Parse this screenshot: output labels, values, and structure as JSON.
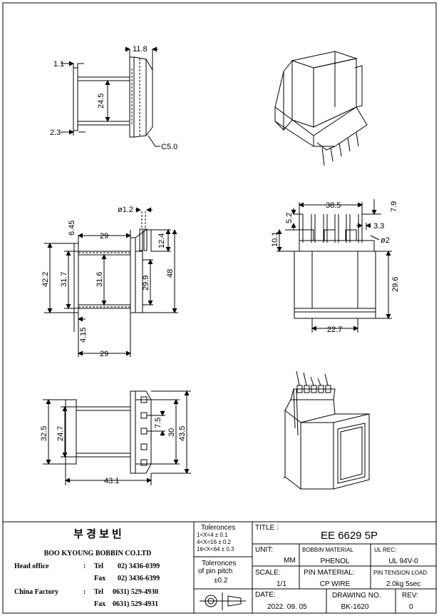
{
  "views": {
    "side": {
      "d_top": "1.1",
      "d_depth": "11.8",
      "d_height": "24.5",
      "d_bottom": "2.3",
      "d_chamfer": "C5.0"
    },
    "front": {
      "d_pin_dia": "ø1.2",
      "d_flange": "6.45",
      "d_length_top": "29",
      "d_pin_h": "12.4",
      "d_outer_h": "42.2",
      "d_inner_h": "31.7",
      "d_core_h": "31.6",
      "d_win_h": "29.9",
      "d_total_h": "48",
      "d_base": "4.15",
      "d_length_bot": "29"
    },
    "pinend": {
      "d_pin_span": "38.5",
      "d_pin_top": "7.9",
      "d_tip": "5.2",
      "d_pitch": "3.3",
      "d_shoulder": "10.1",
      "d_pin_dia2": "ø2",
      "d_body_h": "29.6",
      "d_body_w": "22.7"
    },
    "top": {
      "d_outer_w": "32.5",
      "d_inner_w": "24.7",
      "d_pin_pitch": "7.5",
      "d_slot_w": "30",
      "d_total_w": "43.5",
      "d_length": "43.1"
    }
  },
  "titleblock": {
    "company_kr": "부 경 보 빈",
    "company_en": "BOO KYOUNG BOBBIN CO.LTD",
    "head_office_label": "Head office",
    "colon": ":",
    "tel_label": "Tel",
    "fax_label": "Fax",
    "ho_tel": "02)  3436-0399",
    "ho_fax": "02)  3436-6399",
    "china_label": "China Factory",
    "cf_tel": "0631) 529-4930",
    "cf_fax": "0631) 529-4931",
    "tol_header": "Toleronces",
    "tol_1": "1<X<4   ± 0.1",
    "tol_2": "4<X<16  ± 0.2",
    "tol_3": "16<X<64 ± 0.3",
    "tol_pitch_1": "Toleronces",
    "tol_pitch_2": "of pin pitch",
    "tol_pitch_3": "±0.2",
    "title_label": "TITLE :",
    "title": "EE 6629 5P",
    "unit_label": "UNIT:",
    "unit": "MM",
    "bobbin_label": "BOBBIN MATERIAL",
    "bobbin": "PHENOL",
    "ul_label": "UL REC:",
    "ul": "UL 94V-0",
    "scale_label": "SCALE:",
    "scale": "1/1",
    "pin_label": "PIN MATERIAL:",
    "pin": "CP WIRE",
    "tension_label": "PIN TENSION LOAD",
    "tension": "2.0kg 5sec",
    "date_label": "DATE:",
    "date": "2022. 09. 05",
    "drawing_label": "DRAWING NO.",
    "drawing": "BK-1620",
    "rev_label": "REV:",
    "rev": "0"
  }
}
